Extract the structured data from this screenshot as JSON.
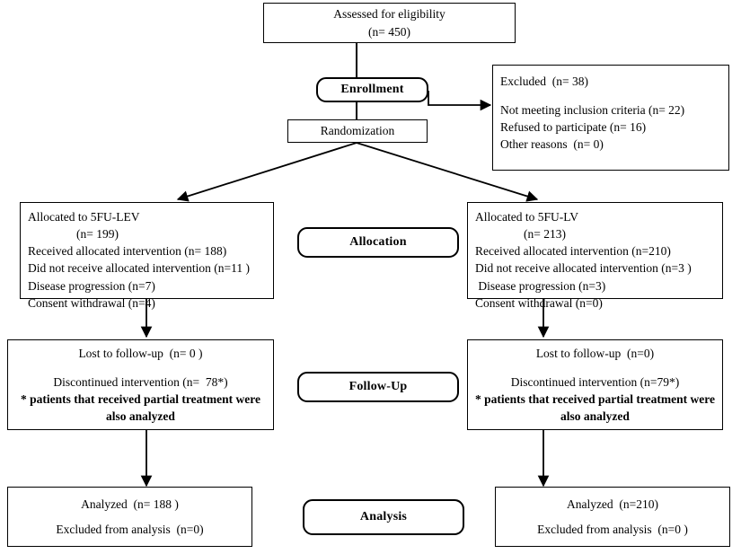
{
  "diagram": {
    "title": "CONSORT participant flow diagram",
    "stroke_color": "#000000",
    "background_color": "#ffffff"
  },
  "nodes": {
    "assessed": {
      "line1": "Assessed for eligibility",
      "line2": "(n= 450)"
    },
    "enrollment_label": "Enrollment",
    "randomization_label": "Randomization",
    "excluded": {
      "heading": "Excluded  (n= 38)",
      "reason1": "Not meeting inclusion criteria (n= 22)",
      "reason2": "Refused to participate (n= 16)",
      "reason3": "Other reasons  (n= 0)"
    },
    "allocation_label": "Allocation",
    "followup_label": "Follow-Up",
    "analysis_label": "Analysis",
    "alloc_left": {
      "line1": "Allocated to 5FU-LEV",
      "line2": "(n= 199)",
      "line3": "Received allocated intervention (n= 188)",
      "line4": "Did not receive allocated intervention (n=11 )",
      "line5": "Disease progression (n=7)",
      "line6": "Consent withdrawal (n=4)"
    },
    "alloc_right": {
      "line1": "Allocated to 5FU-LV",
      "line2": "(n= 213)",
      "line3": "Received allocated intervention (n=210)",
      "line4": "Did not receive allocated intervention (n=3 )",
      "line5": " Disease progression (n=3)",
      "line6": "Consent withdrawal (n=0)"
    },
    "followup_left": {
      "line1": "Lost to follow-up  (n= 0 )",
      "line2": "Discontinued intervention (n=  78*)",
      "line3": "* patients that received partial treatment were",
      "line4": "also analyzed"
    },
    "followup_right": {
      "line1": "Lost to follow-up  (n=0)",
      "line2": "Discontinued intervention (n=79*)",
      "line3": "* patients that received partial treatment were",
      "line4": "also analyzed"
    },
    "analysis_left": {
      "line1": "Analyzed  (n= 188 )",
      "line2": "Excluded from analysis  (n=0)"
    },
    "analysis_right": {
      "line1": "Analyzed  (n=210)",
      "line2": "Excluded from analysis  (n=0 )"
    }
  }
}
